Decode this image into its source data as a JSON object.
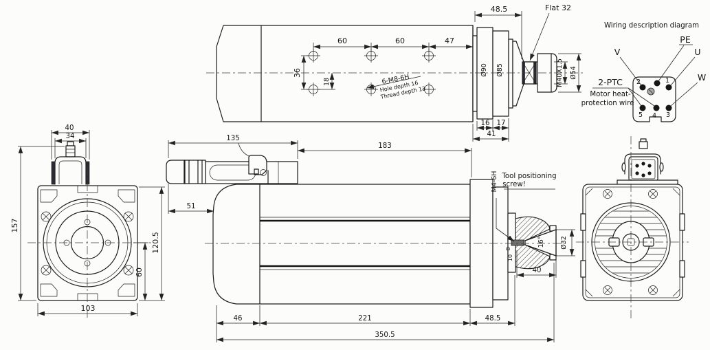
{
  "drawing": {
    "wiring": {
      "title": "Wiring description diagram",
      "label_v": "V",
      "label_pe": "PE",
      "label_u": "U",
      "label_w": "W",
      "label_ptc": "2-PTC",
      "heat_note_line1": "Motor heat-",
      "heat_note_line2": "protection wire",
      "pin_1": "1",
      "pin_2": "2",
      "pin_3": "3",
      "pin_4": "4",
      "pin_5": "5"
    },
    "top_view": {
      "dim_48_5": "48.5",
      "flat_note": "Flat 32",
      "dim_60_a": "60",
      "dim_60_b": "60",
      "dim_47": "47",
      "dim_36": "36",
      "dim_18": "18",
      "hole_note_line1": "6-M8-6H",
      "hole_note_line2": "Hole depth 16",
      "hole_note_line3": "Thread depth 13",
      "dia_90": "Ø90",
      "dia_85": "Ø85",
      "thread_spec": "M40X1.5",
      "dia_54": "Ø54",
      "dim_16": "16",
      "dim_17": "17",
      "dim_41": "41"
    },
    "front_view": {
      "dim_40": "40",
      "dim_34": "34",
      "dim_157": "157",
      "dim_120_5": "120.5",
      "dim_60": "60",
      "dim_103": "103"
    },
    "side_view": {
      "dim_135": "135",
      "dim_51": "51",
      "dim_183": "183",
      "screw_thread": "M4-6H",
      "tool_note_line1": "Tool positioning",
      "tool_note_line2": "screw!",
      "dim_8": "8",
      "dim_10": "10",
      "angle_16": "16°",
      "dia_32": "Ø32",
      "dim_40": "40",
      "dim_46": "46",
      "dim_221": "221",
      "dim_48_5": "48.5",
      "dim_350_5": "350.5"
    }
  }
}
